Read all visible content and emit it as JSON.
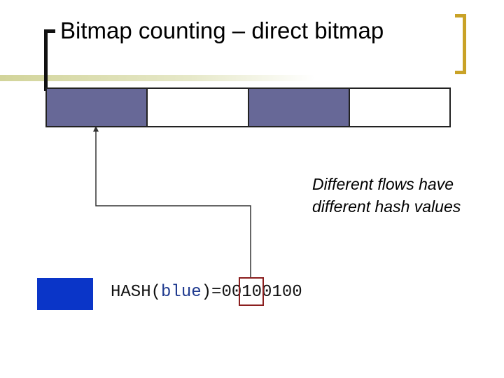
{
  "slide": {
    "title": "Bitmap counting – direct bitmap",
    "note": "Different flows have different hash values"
  },
  "bitmap": {
    "cells": [
      "on",
      "off",
      "on",
      "off"
    ]
  },
  "hash": {
    "func": "HASH(",
    "arg": "blue",
    "close": ")=",
    "value": "00100100"
  },
  "colors": {
    "bit_on": "#676897",
    "flow_blue": "#0a35c8",
    "highlight": "#8b1e1e",
    "bracket_right": "#c9a227"
  }
}
